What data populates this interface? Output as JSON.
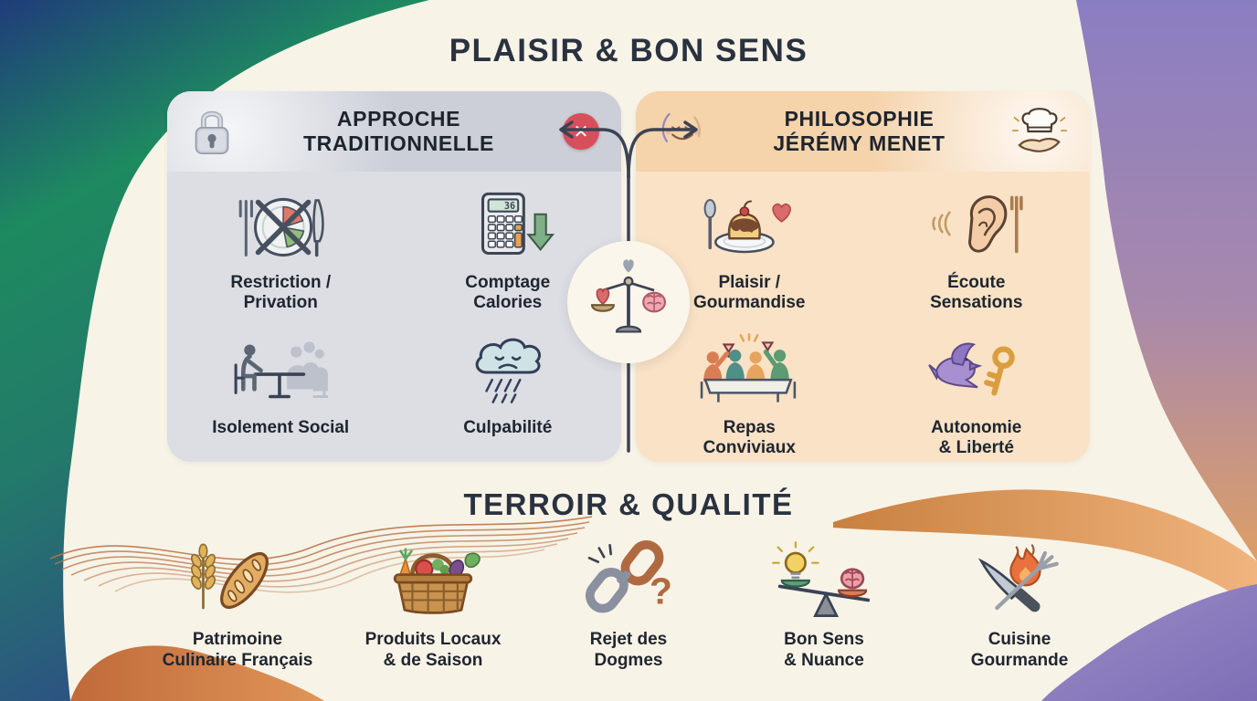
{
  "titles": {
    "top": "PLAISIR & BON SENS",
    "bottom": "TERROIR & QUALITÉ"
  },
  "comparison": {
    "left": {
      "header_line1": "APPROCHE",
      "header_line2": "TRADITIONNELLE",
      "header_icon": "lock-icon",
      "badge_icon": "reject-x-icon",
      "badge_glyph": "✕",
      "items": [
        {
          "icon": "crossed-plate-icon",
          "line1": "Restriction /",
          "line2": "Privation"
        },
        {
          "icon": "calculator-icon",
          "display": "36",
          "line1": "Comptage",
          "line2": "Calories"
        },
        {
          "icon": "social-isolation-icon",
          "line1": "Isolement Social",
          "line2": ""
        },
        {
          "icon": "sad-rain-cloud-icon",
          "line1": "Culpabilité",
          "line2": ""
        }
      ]
    },
    "right": {
      "header_line1": "PHILOSOPHIE",
      "header_line2": "JÉRÉMY MENET",
      "header_icon": "smiley-face-icon",
      "badge_icon": "chef-hat-hand-icon",
      "items": [
        {
          "icon": "dessert-heart-icon",
          "line1": "Plaisir /",
          "line2": "Gourmandise"
        },
        {
          "icon": "ear-listening-icon",
          "line1": "Écoute",
          "line2": "Sensations"
        },
        {
          "icon": "convivial-meal-icon",
          "line1": "Repas",
          "line2": "Conviviaux"
        },
        {
          "icon": "dove-key-icon",
          "line1": "Autonomie",
          "line2": "& Liberté"
        }
      ]
    },
    "center_icon": "heart-brain-balance-icon"
  },
  "terroir": {
    "items": [
      {
        "icon": "wheat-baguette-icon",
        "line1": "Patrimoine",
        "line2": "Culinaire Français"
      },
      {
        "icon": "vegetable-basket-icon",
        "line1": "Produits Locaux",
        "line2": "& de Saison"
      },
      {
        "icon": "broken-chain-icon",
        "glyph": "?",
        "line1": "Rejet des",
        "line2": "Dogmes"
      },
      {
        "icon": "bulb-brain-seesaw-icon",
        "line1": "Bon Sens",
        "line2": "& Nuance"
      },
      {
        "icon": "flame-utensils-icon",
        "line1": "Cuisine",
        "line2": "Gourmande"
      }
    ]
  },
  "colors": {
    "background": "#F8F3E7",
    "left_panel": "#DCDEE4",
    "left_header": "#CCCFD8",
    "right_panel": "#F9E2C6",
    "right_header": "#F5D3AB",
    "text": "#2A3240",
    "badge_red": "#D84F5C",
    "copper_wave": "#B5754A",
    "blue_blob": "#1F3C7A",
    "green_blob": "#1E8A60",
    "purple_blob": "#8A7EC2",
    "orange_ribbon": "#DD9A5E"
  }
}
